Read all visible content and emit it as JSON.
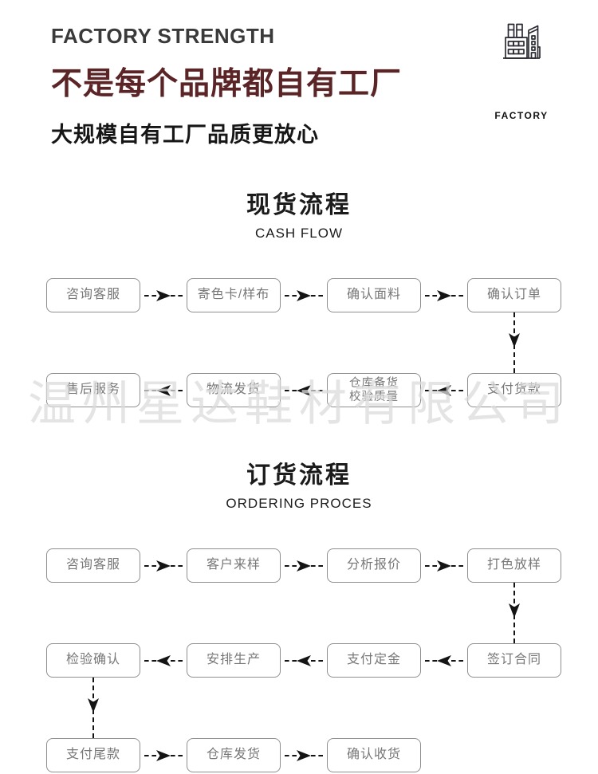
{
  "colors": {
    "accent": "#5b2426",
    "heading": "#1b1b1b",
    "eyebrow": "#3a3a3a",
    "box_border": "#8f8f8f",
    "box_text": "#777777",
    "arrow": "#141414",
    "watermark": "#dcdcdc"
  },
  "header": {
    "eyebrow": "FACTORY STRENGTH",
    "title": "不是每个品牌都自有工厂",
    "subtitle": "大规模自有工厂品质更放心",
    "icon": "factory-icon",
    "icon_label": "FACTORY"
  },
  "watermark": "温州星达鞋材有限公司",
  "flows": [
    {
      "title": "现货流程",
      "subtitle": "CASH FLOW",
      "rows": [
        {
          "dir": "right",
          "boxes": [
            "咨询客服",
            "寄色卡/样布",
            "确认面料",
            "确认订单"
          ]
        },
        {
          "dir": "left",
          "drop_col": 3,
          "boxes": [
            "售后服务",
            "物流发货",
            "仓库备货\n校验质量",
            "支付货款"
          ]
        }
      ]
    },
    {
      "title": "订货流程",
      "subtitle": "ORDERING PROCES",
      "rows": [
        {
          "dir": "right",
          "boxes": [
            "咨询客服",
            "客户来样",
            "分析报价",
            "打色放样"
          ]
        },
        {
          "dir": "left",
          "drop_col": 3,
          "boxes": [
            "检验确认",
            "安排生产",
            "支付定金",
            "签订合同"
          ]
        },
        {
          "dir": "right",
          "drop_col": 0,
          "boxes": [
            "支付尾款",
            "仓库发货",
            "确认收货"
          ]
        }
      ]
    }
  ]
}
